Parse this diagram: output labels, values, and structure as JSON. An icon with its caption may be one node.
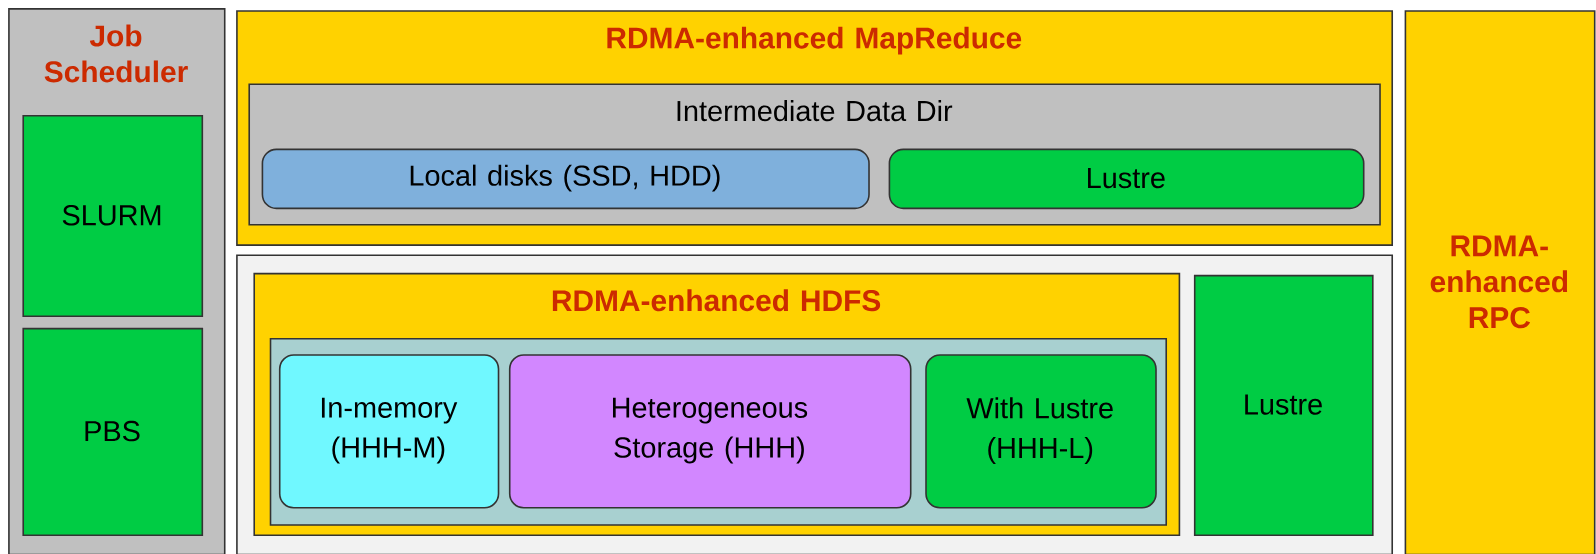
{
  "diagram": {
    "nodes": [
      {
        "text": [
          "Job Scheduler"
        ]
      },
      {
        "text": [
          "SLURM"
        ],
        "in": 0
      },
      {
        "text": [
          "PBS"
        ],
        "in": 0
      },
      {
        "text": [
          "RDMA-enhanced MapReduce"
        ]
      },
      {
        "text": [
          "Intermediate Data Dir"
        ],
        "in": 3
      },
      {
        "text": [
          "Local disks (SSD, HDD)"
        ],
        "in": 4
      },
      {
        "text": [
          "Lustre"
        ],
        "in": 4
      },
      {
        "text": [],
        "shape": "box"
      },
      {
        "text": [
          "RDMA-enhanced HDFS"
        ],
        "in": 7
      },
      {
        "text": [],
        "shape": "box",
        "in": 8
      },
      {
        "text": [
          "In-memory (HHH-M)"
        ],
        "in": 9
      },
      {
        "text": [
          "Heterogeneous Storage (HHH)"
        ],
        "in": 9
      },
      {
        "text": [
          "With Lustre (HHH-L)"
        ],
        "in": 9
      },
      {
        "text": [
          "Lustre"
        ],
        "in": 7
      },
      {
        "text": [
          "RDMA-enhanced RPC"
        ]
      }
    ]
  }
}
